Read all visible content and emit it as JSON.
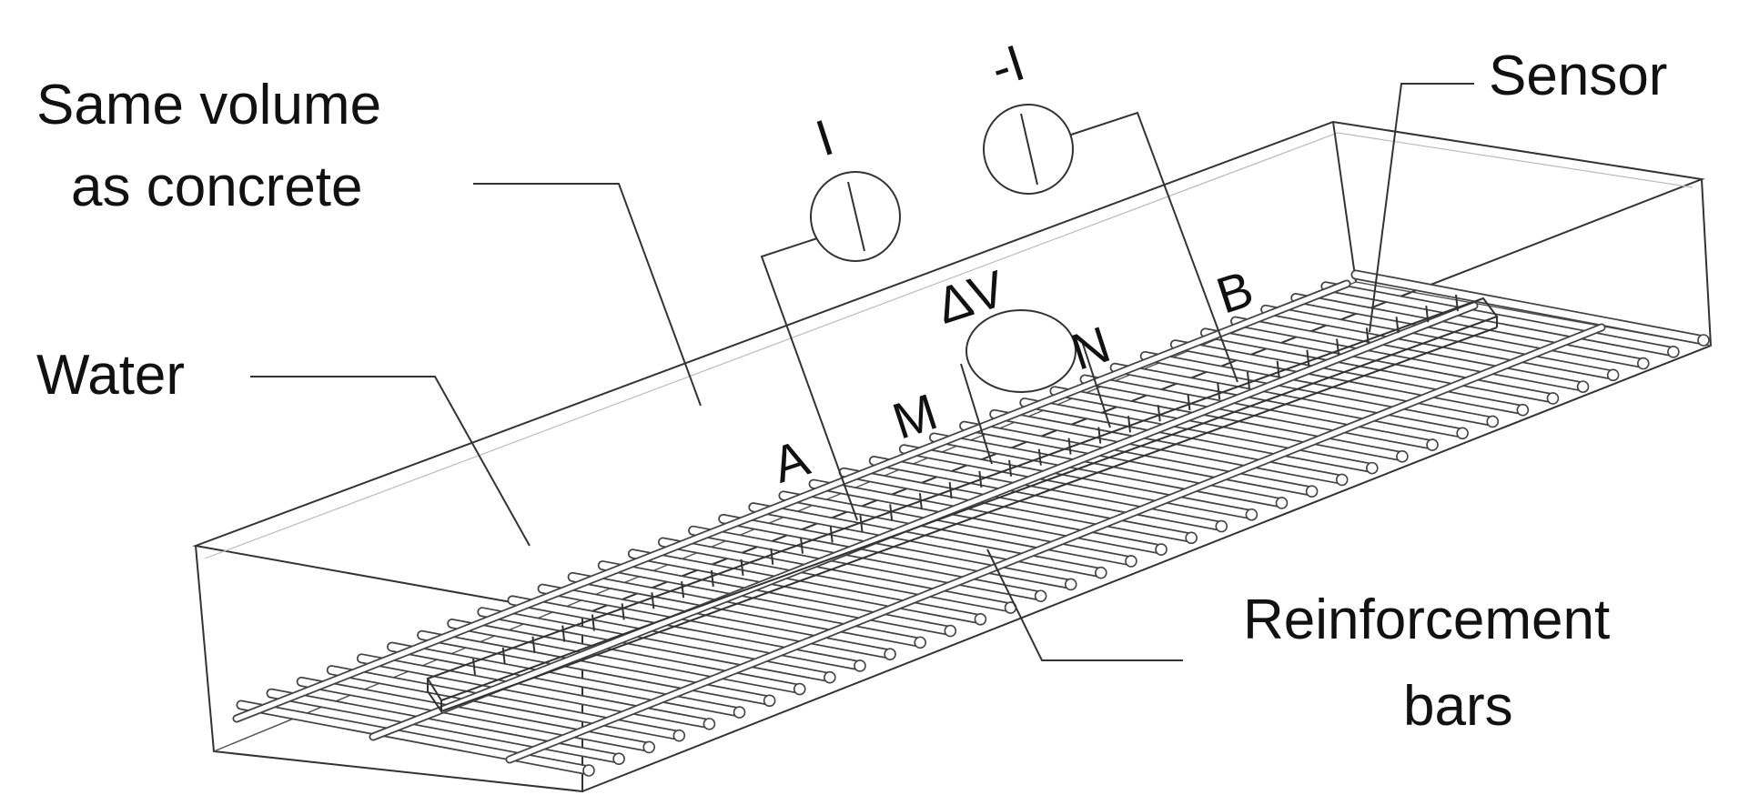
{
  "labels": {
    "same_volume_line1": "Same volume",
    "same_volume_line2": "as concrete",
    "water": "Water",
    "sensor": "Sensor",
    "reinforcement_line1": "Reinforcement",
    "reinforcement_line2": "bars",
    "current_in": "I",
    "current_out": "-I",
    "delta_v": "ΔV",
    "point_a": "A",
    "point_m": "M",
    "point_n": "N",
    "point_b": "B"
  },
  "colors": {
    "line": "#333333",
    "text": "#111111",
    "background": "#ffffff"
  }
}
